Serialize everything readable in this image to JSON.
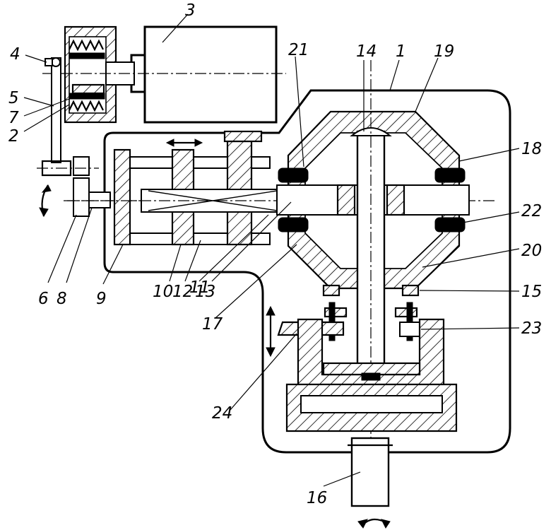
{
  "figure": {
    "callouts": [
      {
        "id": "c1",
        "text": "1"
      },
      {
        "id": "c2",
        "text": "2"
      },
      {
        "id": "c3",
        "text": "3"
      },
      {
        "id": "c4",
        "text": "4"
      },
      {
        "id": "c5",
        "text": "5"
      },
      {
        "id": "c6",
        "text": "6"
      },
      {
        "id": "c7",
        "text": "7"
      },
      {
        "id": "c8",
        "text": "8"
      },
      {
        "id": "c9",
        "text": "9"
      },
      {
        "id": "c10",
        "text": "10"
      },
      {
        "id": "c11",
        "text": "11"
      },
      {
        "id": "c12",
        "text": "12"
      },
      {
        "id": "c13",
        "text": "13"
      },
      {
        "id": "c14",
        "text": "14"
      },
      {
        "id": "c15",
        "text": "15"
      },
      {
        "id": "c16",
        "text": "16"
      },
      {
        "id": "c17",
        "text": "17"
      },
      {
        "id": "c18",
        "text": "18"
      },
      {
        "id": "c19",
        "text": "19"
      },
      {
        "id": "c20",
        "text": "20"
      },
      {
        "id": "c21",
        "text": "21"
      },
      {
        "id": "c22",
        "text": "22"
      },
      {
        "id": "c23",
        "text": "23"
      },
      {
        "id": "c24",
        "text": "24"
      }
    ]
  }
}
